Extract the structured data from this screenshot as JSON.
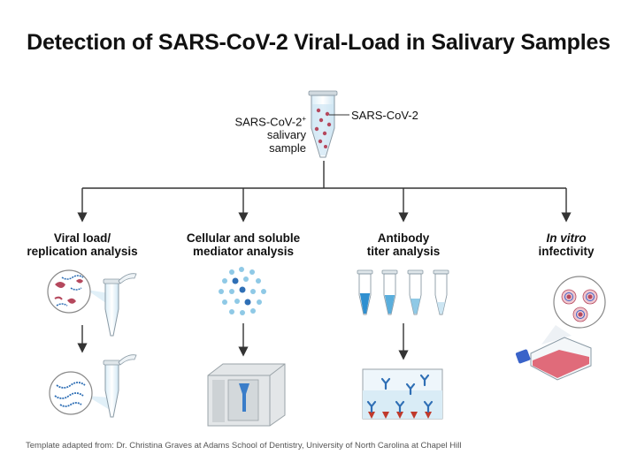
{
  "title": "Detection of SARS-CoV-2 Viral-Load in Salivary Samples",
  "sample": {
    "label_line1": "SARS-CoV-2",
    "label_sup": "+",
    "label_line2": "salivary sample",
    "virus_label": "SARS-CoV-2"
  },
  "columns": [
    {
      "line1": "Viral load/",
      "line2": "replication analysis",
      "italic_part": ""
    },
    {
      "line1": "Cellular and soluble",
      "line2": "mediator analysis",
      "italic_part": ""
    },
    {
      "line1": "Antibody",
      "line2": "titer analysis",
      "italic_part": ""
    },
    {
      "line1": "",
      "line2": "infectivity",
      "italic_part": "In vitro"
    }
  ],
  "footer": "Template adapted from: Dr. Christina Graves at Adams School of Dentistry, University of North Carolina at Chapel Hill",
  "colors": {
    "virus": "#b5485d",
    "tube_blue": "#8fc9e6",
    "arrow": "#333333",
    "flask_media": "#e06b7a",
    "flask_cap": "#3a63c9",
    "well_red": "#c0392b",
    "antibody_blue": "#2f6fb5"
  }
}
